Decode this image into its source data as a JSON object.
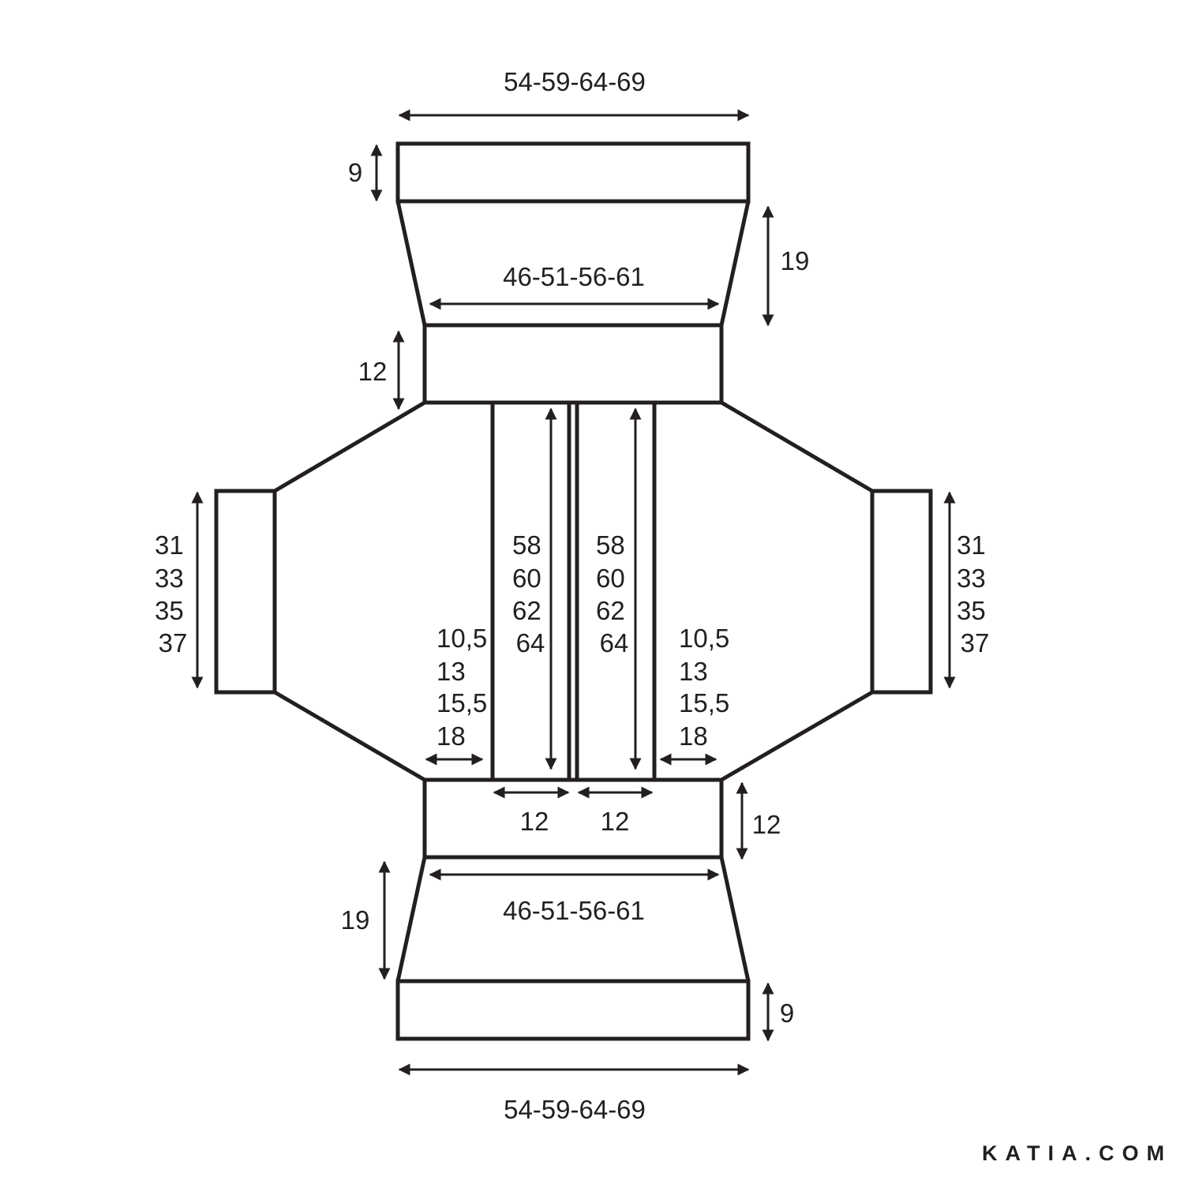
{
  "diagram": {
    "top_width": "54-59-64-69",
    "top_band_height": "9",
    "top_yoke_height": "19",
    "top_inner_width": "46-51-56-61",
    "top_rib_height": "12",
    "sleeve_left": [
      "31",
      "33",
      "35",
      "37"
    ],
    "sleeve_right": [
      "31",
      "33",
      "35",
      "37"
    ],
    "front_length_left": [
      "58",
      "60",
      "62",
      "64"
    ],
    "front_length_right": [
      "58",
      "60",
      "62",
      "64"
    ],
    "side_width_left": [
      "10,5",
      "13",
      "15,5",
      "18"
    ],
    "side_width_right": [
      "10,5",
      "13",
      "15,5",
      "18"
    ],
    "front_band_left": "12",
    "front_band_right": "12",
    "bottom_rib_height": "12",
    "bottom_inner_width": "46-51-56-61",
    "bottom_yoke_height": "19",
    "bottom_band_height": "9",
    "bottom_width": "54-59-64-69"
  },
  "brand": "KATIA.COM"
}
